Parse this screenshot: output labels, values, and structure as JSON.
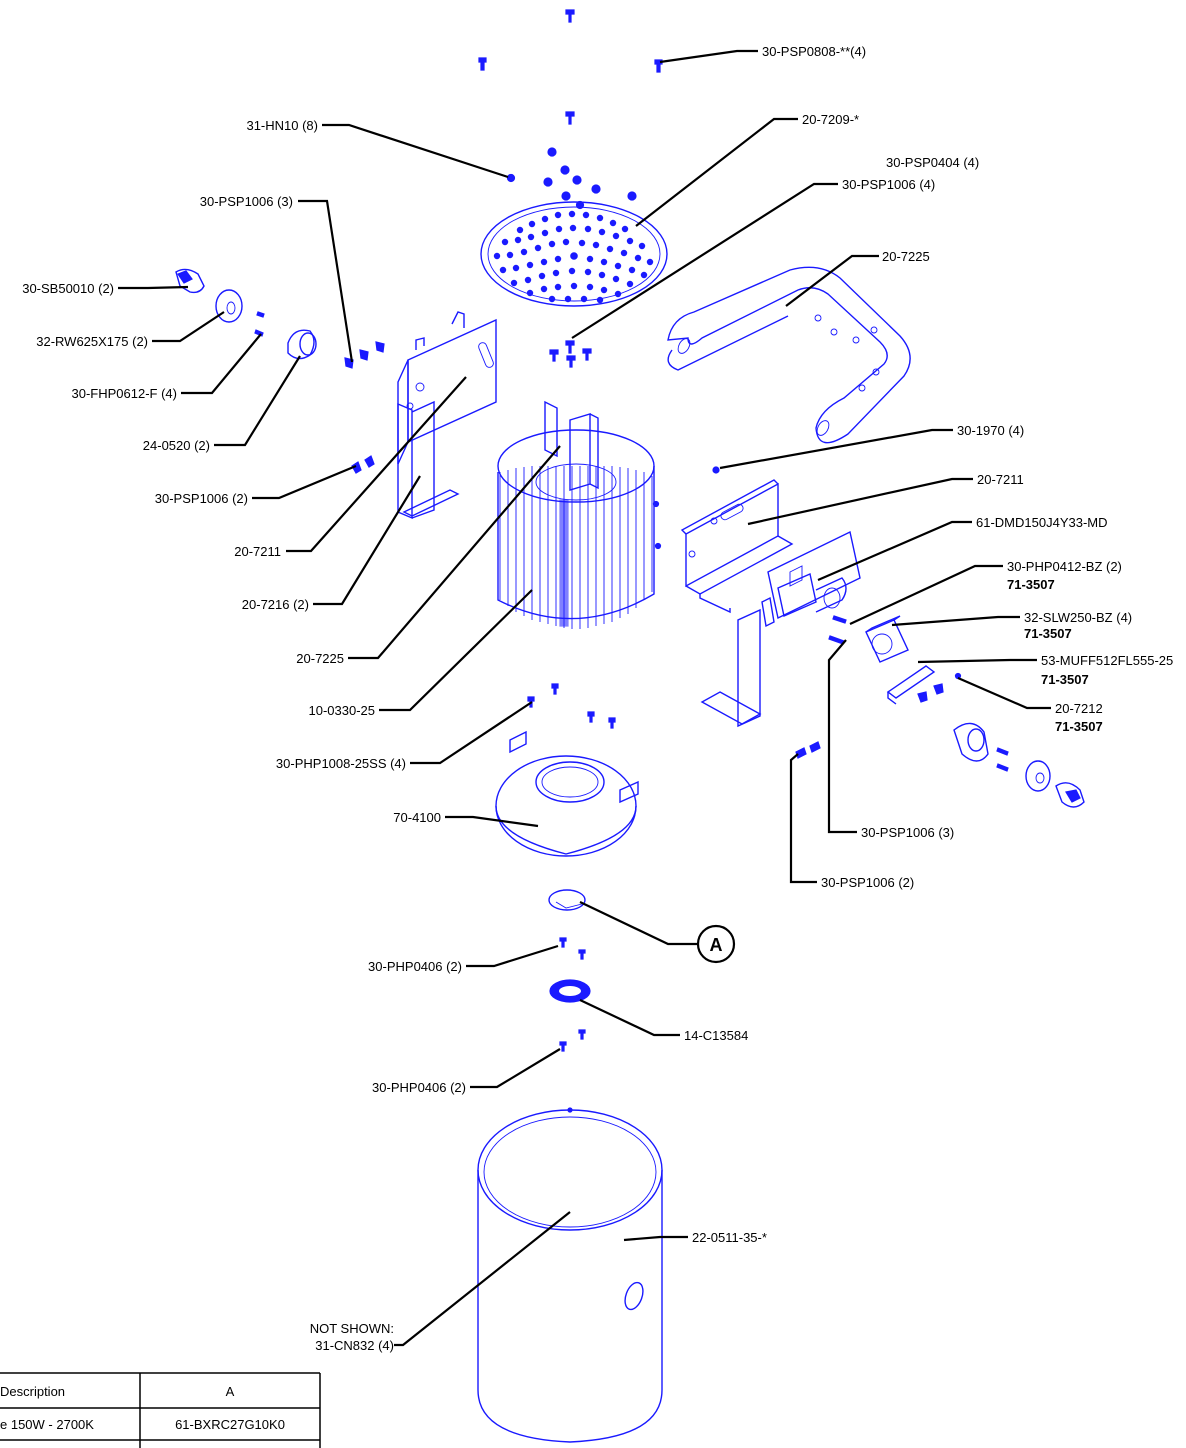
{
  "labels": {
    "psp0808": "30-PSP0808-**(4)",
    "hn10": "31-HN10 (8)",
    "reflector": "20-7209-*",
    "psp0404": "30-PSP0404 (4)",
    "psp1006_top_right": "30-PSP1006 (4)",
    "psp1006_left": "30-PSP1006 (3)",
    "sb50010": "30-SB50010 (2)",
    "yoke": "20-7225",
    "rw625": "32-RW625X175 (2)",
    "fhp0612": "30-FHP0612-F (4)",
    "spacer": "24-0520 (2)",
    "psp1006_mid_left": "30-PSP1006 (2)",
    "n1970": "30-1970 (4)",
    "bracket_right": "20-7211",
    "driver": "61-DMD150J4Y33-MD",
    "bracket_left": "20-7211",
    "php0412": "30-PHP0412-BZ (2)",
    "php0412_kit": "71-3507",
    "bracket_7216": "20-7216 (2)",
    "slw250": "32-SLW250-BZ (4)",
    "slw250_kit": "71-3507",
    "fan": "53-MUFF512FL555-25",
    "fan_kit": "71-3507",
    "yoke_left": "20-7225",
    "fan_plate": "20-7212",
    "fan_plate_kit": "71-3507",
    "heatsink": "10-0330-25",
    "php1008": "30-PHP1008-25SS (4)",
    "housing_ring": "70-4100",
    "psp1006_lower_3": "30-PSP1006 (3)",
    "psp1006_lower_2": "30-PSP1006 (2)",
    "callout_a": "A",
    "php0406_upper": "30-PHP0406 (2)",
    "lamp_holder": "14-C13584",
    "php0406_lower": "30-PHP0406 (2)",
    "shroud": "22-0511-35-*",
    "not_shown_1": "NOT SHOWN:",
    "not_shown_2": "31-CN832 (4)"
  },
  "table": {
    "header_description": "Description",
    "header_a": "A",
    "row_description": "e 150W - 2700K",
    "row_a": "61-BXRC27G10K0"
  },
  "colors": {
    "part_lines": "#1a1aff",
    "leaders": "#000000"
  }
}
